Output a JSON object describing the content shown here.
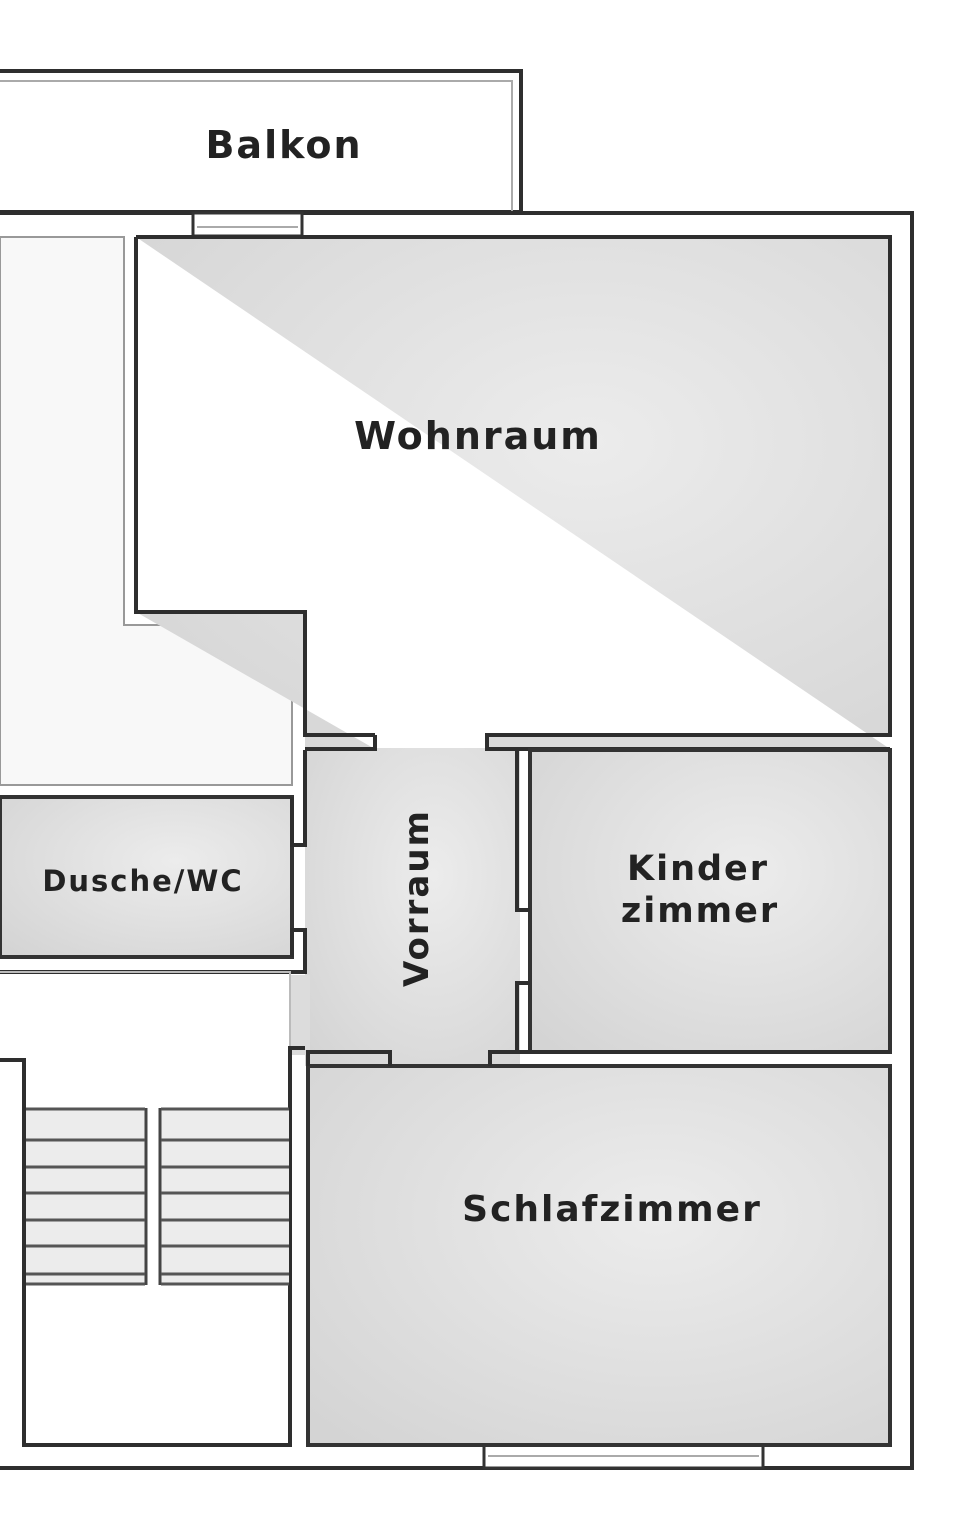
{
  "rooms": {
    "balkon": "Balkon",
    "wohnraum": "Wohnraum",
    "dusche_wc": "Dusche/WC",
    "vorraum": "Vorraum",
    "kinderzimmer_line1": "Kinder",
    "kinderzimmer_line2": "zimmer",
    "schlafzimmer": "Schlafzimmer"
  },
  "colors": {
    "wall": "#2e2e2e",
    "room_fill": "#e2e2e2",
    "background": "#ffffff"
  }
}
